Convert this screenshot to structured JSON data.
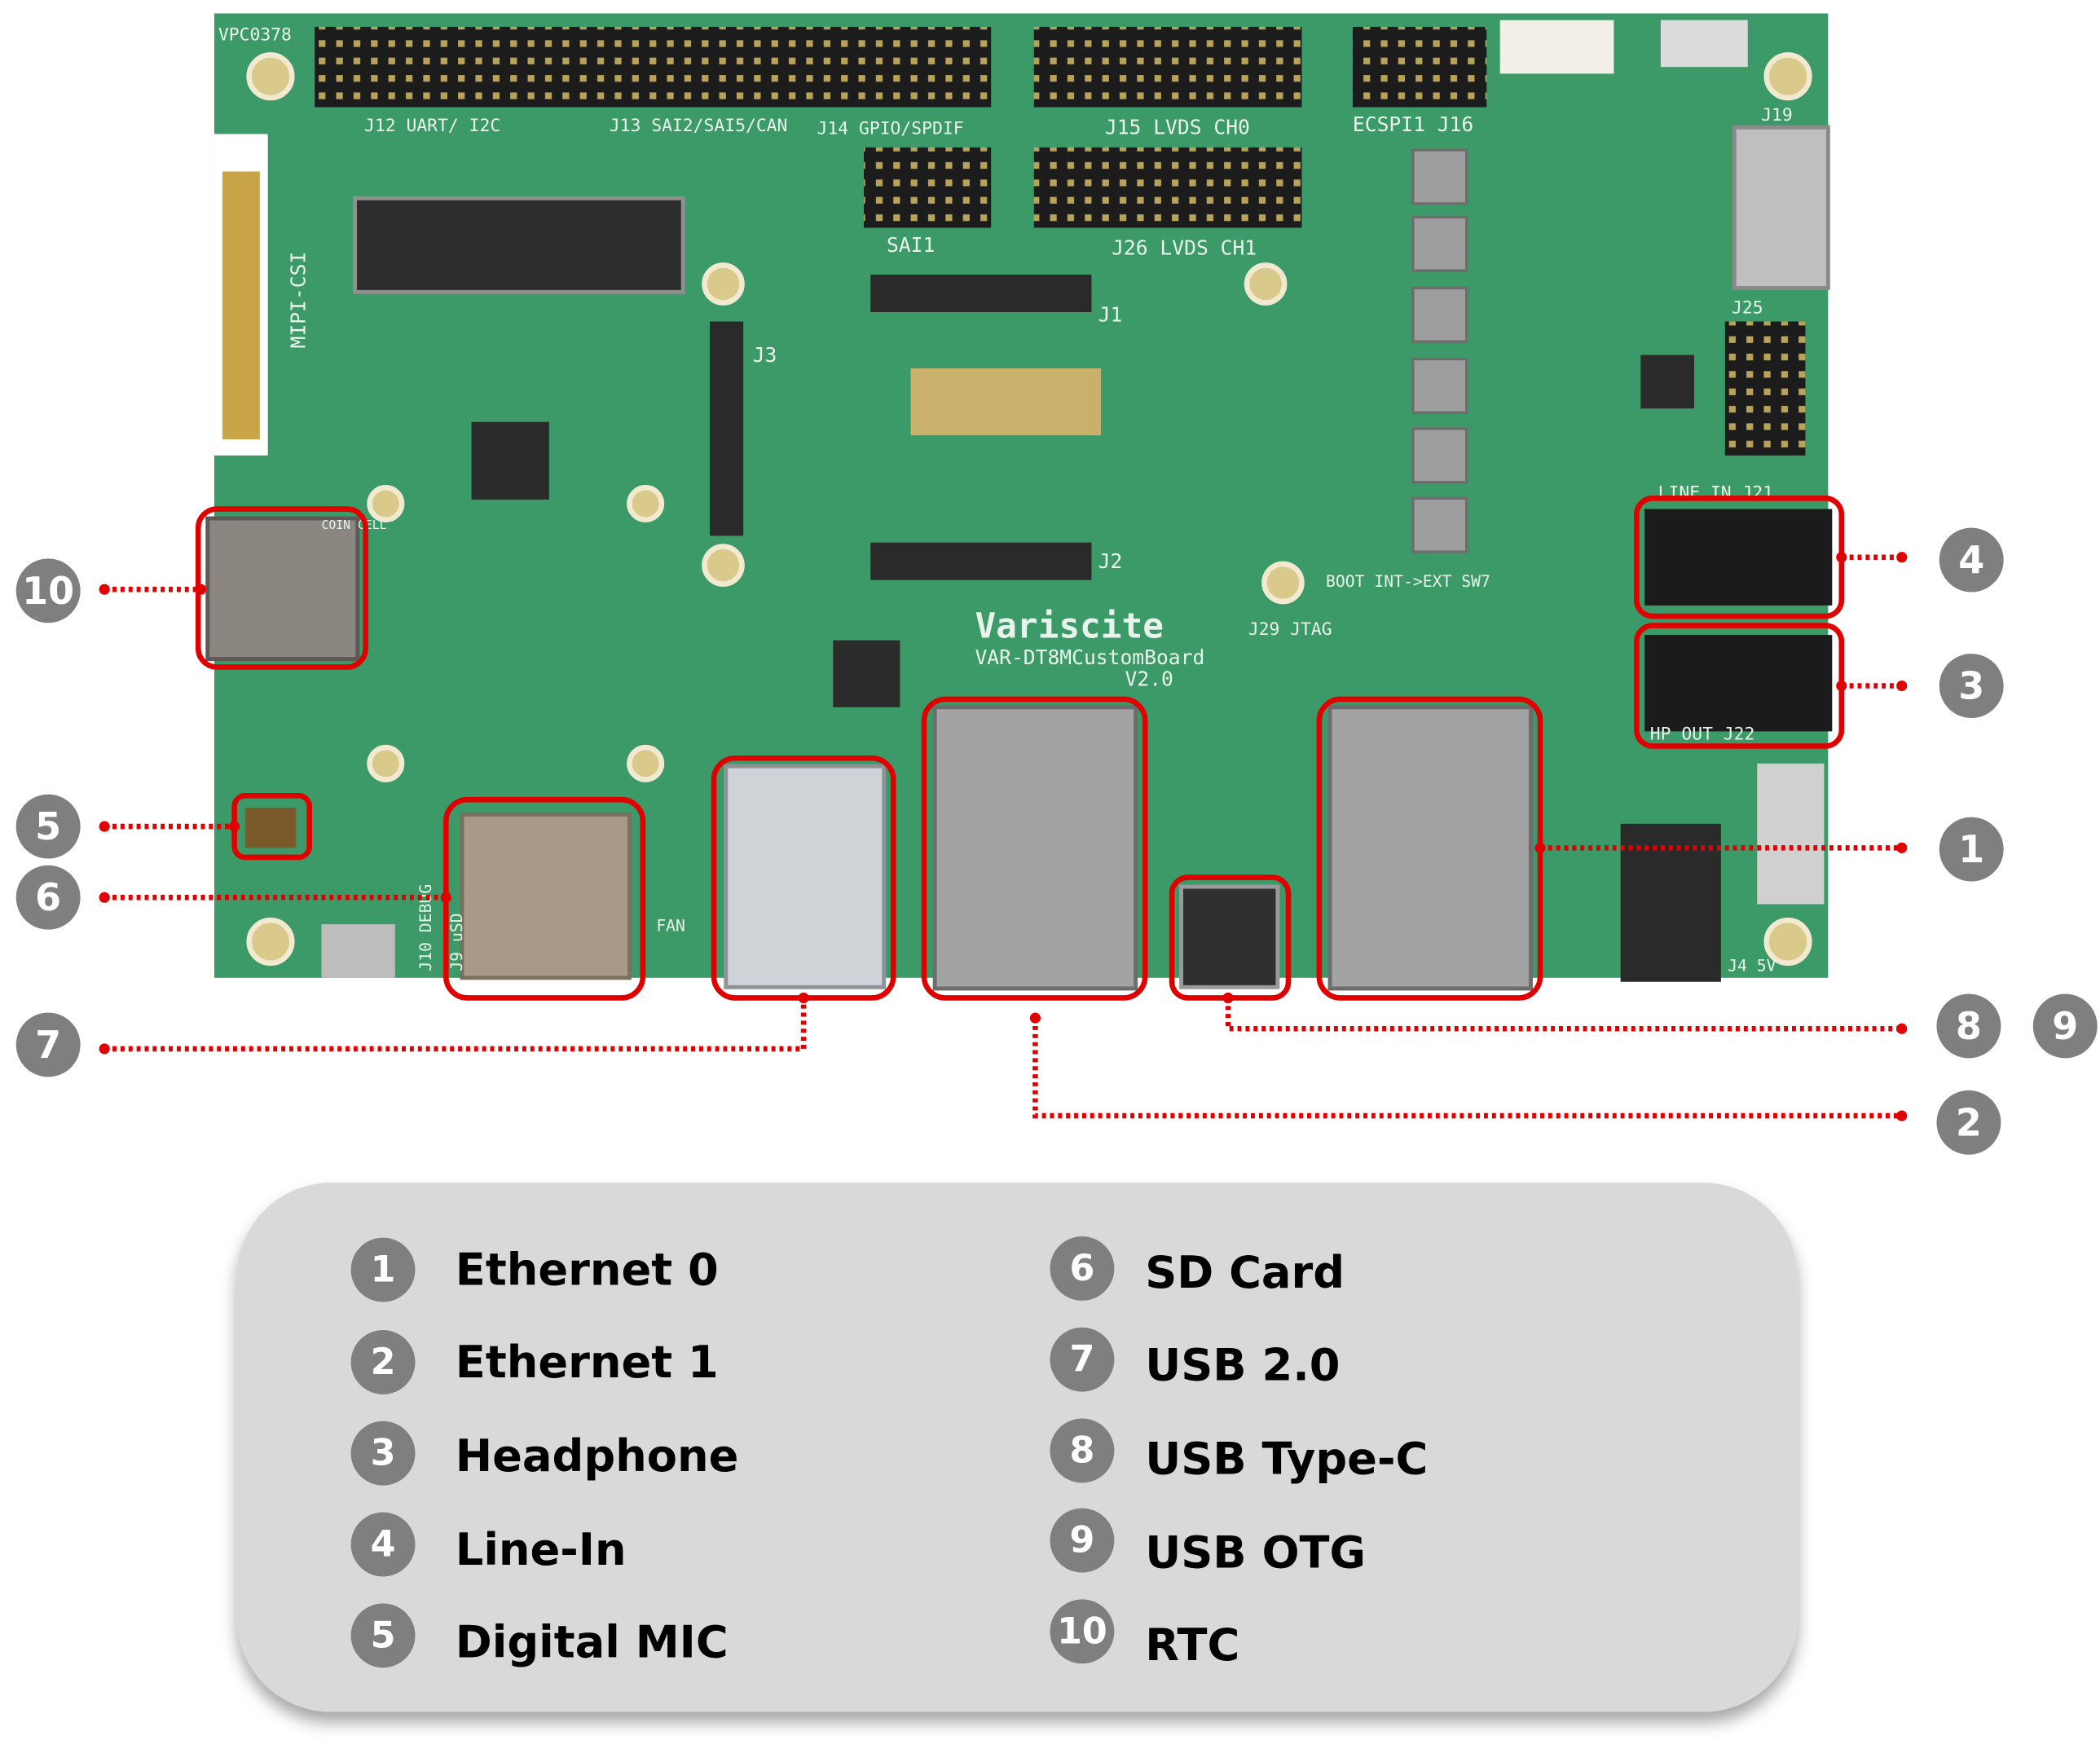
{
  "colors": {
    "board": "#3c9a68",
    "highlight": "#e00000",
    "badge": "#7f7f7f",
    "legend_bg": "#d9d9d9"
  },
  "board": {
    "brand": "Variscite",
    "model": "VAR-DT8MCustomBoard",
    "version": "V2.0",
    "labels": {
      "j12": "J12 UART/ I2C",
      "j13": "J13 SAI2/SAI5/CAN",
      "j14": "J14 GPIO/SPDIF",
      "j15": "J15 LVDS CH0",
      "j16": "ECSPI1 J16",
      "j26": "J26 LVDS CH1",
      "sai1": "SAI1",
      "j1": "J1",
      "j2": "J2",
      "j3": "J3",
      "mipi": "MIPI-CSI",
      "line_in": "LINE IN J21",
      "hp_out": "HP OUT J22",
      "jtag": "J29 JTAG",
      "boot": "BOOT INT->EXT SW7",
      "j25": "J25",
      "j19": "J19",
      "vpc": "VPC0378",
      "usd": "J9 uSD",
      "debug": "J10 DEBUG",
      "fan": "FAN",
      "power": "J4 5V",
      "coin": "COIN CELL"
    }
  },
  "callouts": [
    {
      "number": "1"
    },
    {
      "number": "2"
    },
    {
      "number": "3"
    },
    {
      "number": "4"
    },
    {
      "number": "5"
    },
    {
      "number": "6"
    },
    {
      "number": "7"
    },
    {
      "number": "8"
    },
    {
      "number": "9"
    },
    {
      "number": "10"
    }
  ],
  "legend": {
    "items": [
      {
        "number": "1",
        "label": "Ethernet 0"
      },
      {
        "number": "2",
        "label": "Ethernet 1"
      },
      {
        "number": "3",
        "label": "Headphone"
      },
      {
        "number": "4",
        "label": "Line-In"
      },
      {
        "number": "5",
        "label": "Digital MIC"
      },
      {
        "number": "6",
        "label": "SD Card"
      },
      {
        "number": "7",
        "label": "USB 2.0"
      },
      {
        "number": "8",
        "label": "USB Type-C"
      },
      {
        "number": "9",
        "label": "USB OTG"
      },
      {
        "number": "10",
        "label": "RTC"
      }
    ]
  }
}
